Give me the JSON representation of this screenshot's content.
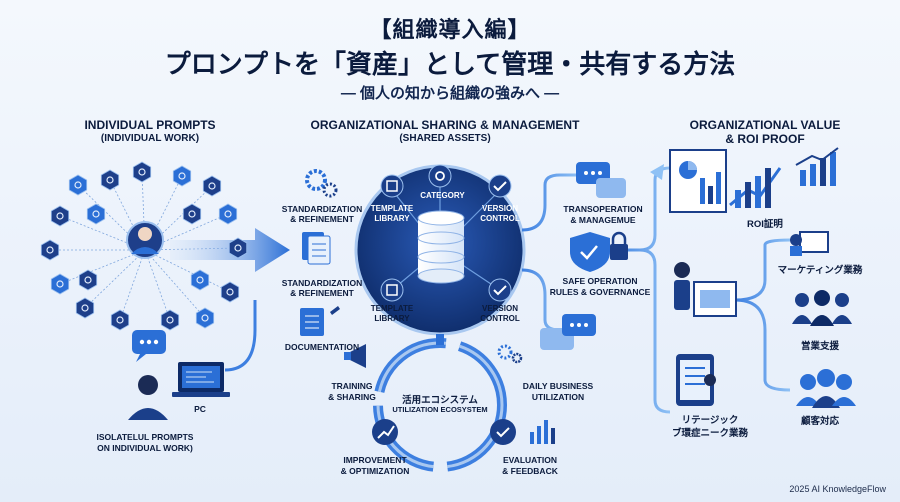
{
  "header": {
    "title_line1": "【組織導入編】",
    "title_line2": "プロンプトを「資産」として管理・共有する方法",
    "subtitle": "— 個人の知から組織の強みへ —"
  },
  "left": {
    "heading": "INDIVIDUAL PROMPTS",
    "subheading": "(INDIVIDUAL WORK)",
    "pc_label": "PC",
    "isolated_line1": "ISOLATELUL PROMPTS",
    "isolated_line2": "ON INDIVIDUAL WORK)"
  },
  "middle": {
    "heading": "ORGANIZATIONAL SHARING & MANAGEMENT",
    "subheading": "(SHARED ASSETS)",
    "steps": [
      {
        "line1": "STANDARDIZATION",
        "line2": "& REFINEMENT"
      },
      {
        "line1": "STANDARDIZATION",
        "line2": "& REFINEMENT"
      },
      {
        "line1": "DOCUMENTATION",
        "line2": ""
      }
    ],
    "hub": {
      "category": "CATEGORY",
      "template_top_1": "TEMPLATE",
      "template_top_2": "LIBRARY",
      "version_top_1": "VERSION",
      "version_top_2": "CONTROL",
      "template_bot_1": "TEMPLATE",
      "template_bot_2": "LIBRARY",
      "version_bot_1": "VERSION",
      "version_bot_2": "CONTROL"
    },
    "ecosystem": {
      "center_jp": "活用エコシステム",
      "center_en": "UTILIZATION ECOSYSTEM",
      "training_1": "TRAINING",
      "training_2": "& SHARING",
      "daily_1": "DAILY BUSINESS",
      "daily_2": "UTILIZATION",
      "improve_1": "IMPROVEMENT",
      "improve_2": "& OPTIMIZATION",
      "eval_1": "EVALUATION",
      "eval_2": "& FEEDBACK"
    },
    "transport_1": "TRANSOPERATION",
    "transport_2": "& MANAGEMUE",
    "safe_1": "SAFE OPERATION",
    "safe_2": "RULES & GOVERNANCE"
  },
  "right": {
    "heading_line1": "ORGANIZATIONAL VALUE",
    "heading_line2": "& ROI PROOF",
    "roi": "ROI証明",
    "marketing": "マーケティング業務",
    "sales": "営業支援",
    "customer": "顧客対応",
    "legal_1": "リテージック",
    "legal_2": "ブ環症ニーク業務"
  },
  "footer": "2025 AI KnowledgeFlow",
  "colors": {
    "navy": "#0d2a66",
    "blue": "#2b6fd6",
    "light_blue": "#7fb2f0",
    "hex": "#1e3f8a"
  }
}
